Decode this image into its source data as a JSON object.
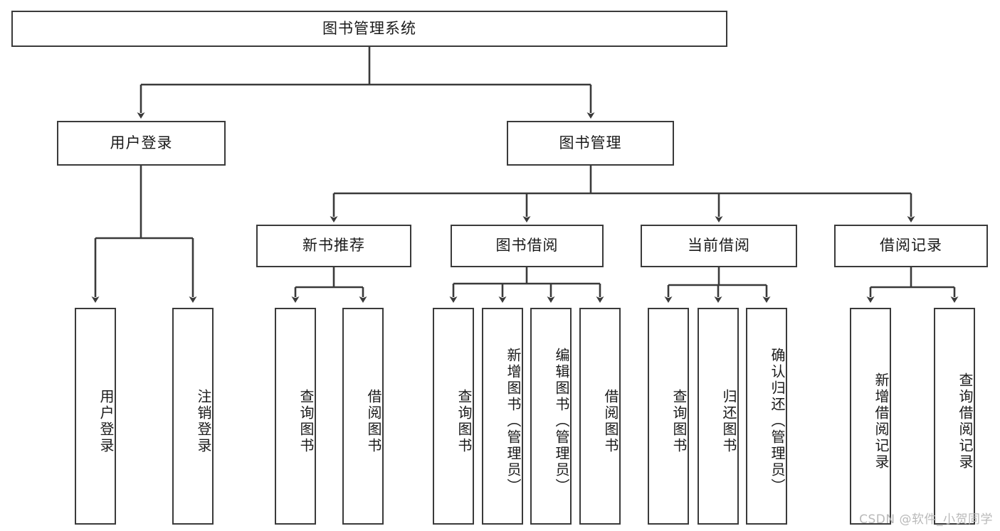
{
  "diagram": {
    "title": "图书管理系统",
    "type": "tree-hierarchy",
    "theme": {
      "background": "#ffffff",
      "line_color": "#3a3a3a",
      "box_border": "#3a3a3a",
      "box_fill": "#ffffff",
      "text_color": "#1a1a1a",
      "watermark_color": "#b9b9b9"
    },
    "watermark": "CSDN @软件_小贺同学",
    "nodes": {
      "root": {
        "label": "图书管理系统",
        "level": 1,
        "orientation": "horizontal"
      },
      "user_login": {
        "label": "用户登录",
        "level": 2,
        "orientation": "horizontal"
      },
      "book_manage": {
        "label": "图书管理",
        "level": 2,
        "orientation": "horizontal"
      },
      "new_book_rec": {
        "label": "新书推荐",
        "level": 3,
        "orientation": "horizontal"
      },
      "book_borrow": {
        "label": "图书借阅",
        "level": 3,
        "orientation": "horizontal"
      },
      "current_borrow": {
        "label": "当前借阅",
        "level": 3,
        "orientation": "horizontal"
      },
      "borrow_record": {
        "label": "借阅记录",
        "level": 3,
        "orientation": "horizontal"
      },
      "leaf_user_login": {
        "label": "用户登录",
        "level": 4,
        "orientation": "vertical"
      },
      "leaf_logout": {
        "label": "注销登录",
        "level": 4,
        "orientation": "vertical"
      },
      "leaf_query_book_1": {
        "label": "查询图书",
        "level": 4,
        "orientation": "vertical"
      },
      "leaf_borrow_book_1": {
        "label": "借阅图书",
        "level": 4,
        "orientation": "vertical"
      },
      "leaf_query_book_2": {
        "label": "查询图书",
        "level": 4,
        "orientation": "vertical"
      },
      "leaf_add_book": {
        "label": "新增图书（管理员）",
        "level": 4,
        "orientation": "vertical"
      },
      "leaf_edit_book": {
        "label": "编辑图书（管理员）",
        "level": 4,
        "orientation": "vertical"
      },
      "leaf_borrow_book_2": {
        "label": "借阅图书",
        "level": 4,
        "orientation": "vertical"
      },
      "leaf_query_book_3": {
        "label": "查询图书",
        "level": 4,
        "orientation": "vertical"
      },
      "leaf_return_book": {
        "label": "归还图书",
        "level": 4,
        "orientation": "vertical"
      },
      "leaf_confirm_return": {
        "label": "确认归还（管理员）",
        "level": 4,
        "orientation": "vertical"
      },
      "leaf_add_record": {
        "label": "新增借阅记录",
        "level": 4,
        "orientation": "vertical"
      },
      "leaf_query_record": {
        "label": "查询借阅记录",
        "level": 4,
        "orientation": "vertical"
      }
    },
    "edges": [
      {
        "from": "root",
        "to": "user_login"
      },
      {
        "from": "root",
        "to": "book_manage"
      },
      {
        "from": "user_login",
        "to": "leaf_user_login"
      },
      {
        "from": "user_login",
        "to": "leaf_logout"
      },
      {
        "from": "book_manage",
        "to": "new_book_rec"
      },
      {
        "from": "book_manage",
        "to": "book_borrow"
      },
      {
        "from": "book_manage",
        "to": "current_borrow"
      },
      {
        "from": "book_manage",
        "to": "borrow_record"
      },
      {
        "from": "new_book_rec",
        "to": "leaf_query_book_1"
      },
      {
        "from": "new_book_rec",
        "to": "leaf_borrow_book_1"
      },
      {
        "from": "book_borrow",
        "to": "leaf_query_book_2"
      },
      {
        "from": "book_borrow",
        "to": "leaf_add_book"
      },
      {
        "from": "book_borrow",
        "to": "leaf_edit_book"
      },
      {
        "from": "book_borrow",
        "to": "leaf_borrow_book_2"
      },
      {
        "from": "current_borrow",
        "to": "leaf_query_book_3"
      },
      {
        "from": "current_borrow",
        "to": "leaf_return_book"
      },
      {
        "from": "current_borrow",
        "to": "leaf_confirm_return"
      },
      {
        "from": "borrow_record",
        "to": "leaf_add_record"
      },
      {
        "from": "borrow_record",
        "to": "leaf_query_record"
      }
    ]
  }
}
